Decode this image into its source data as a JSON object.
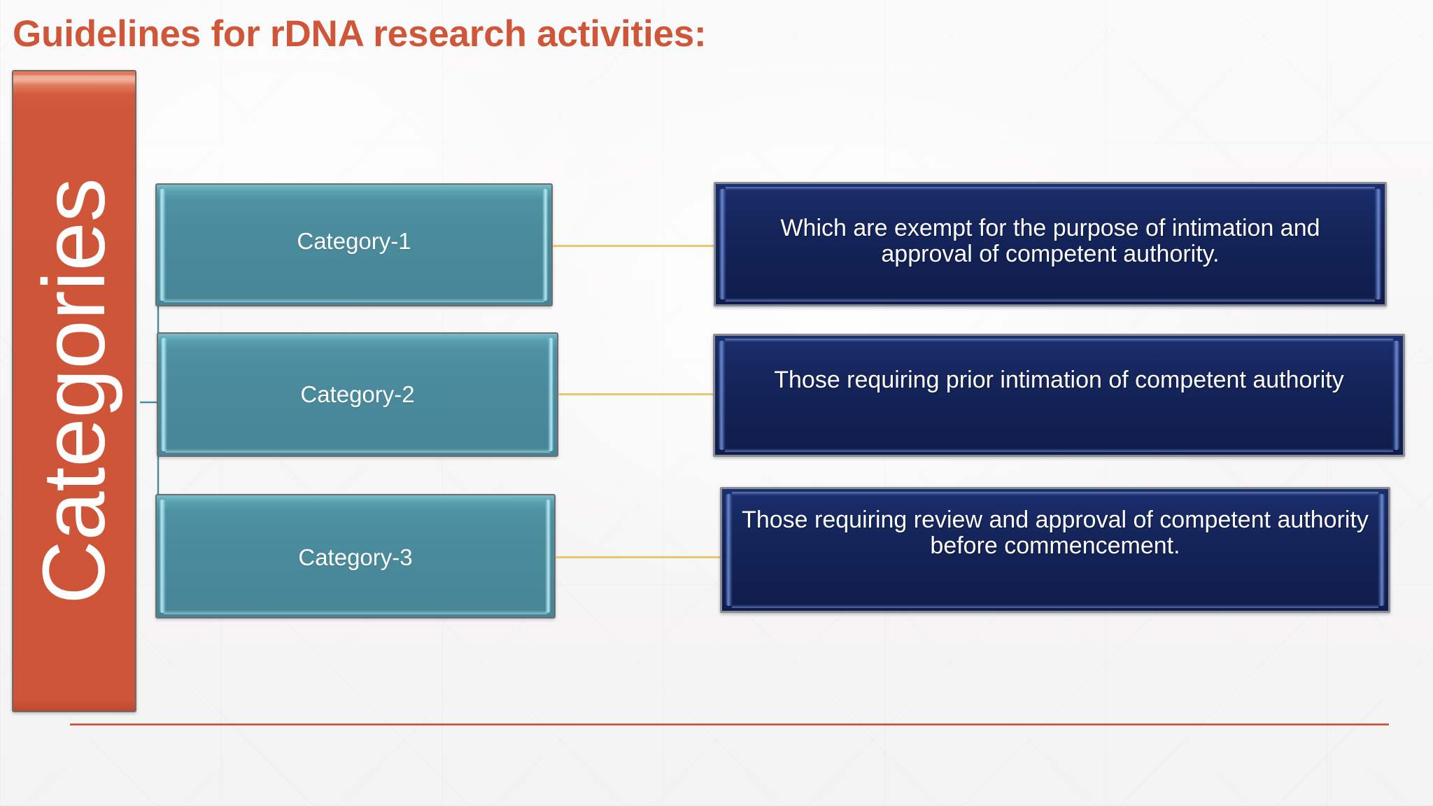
{
  "slide": {
    "title": "Guidelines for rDNA research activities:",
    "title_color": "#cf5639",
    "background_color": "#f7f6f6",
    "bottom_rule_color": "#c1452c"
  },
  "category_bar": {
    "label": "Categories",
    "fill_color": "#cf5639",
    "text_color": "#ffffff",
    "orientation": "vertical-bottom-to-top"
  },
  "connector": {
    "bracket_color": "#4a8b9c",
    "line_color": "#e9c86b"
  },
  "rows": [
    {
      "category_label": "Category-1",
      "description": "Which are exempt for the purpose of intimation and approval of competent authority.",
      "category_fill": "#4a8b9c",
      "description_fill": "#122154"
    },
    {
      "category_label": "Category-2",
      "description": "Those requiring prior intimation of competent authority",
      "category_fill": "#4a8b9c",
      "description_fill": "#122154"
    },
    {
      "category_label": "Category-3",
      "description": "Those requiring review and approval of competent authority before commencement.",
      "category_fill": "#4a8b9c",
      "description_fill": "#122154"
    }
  ]
}
